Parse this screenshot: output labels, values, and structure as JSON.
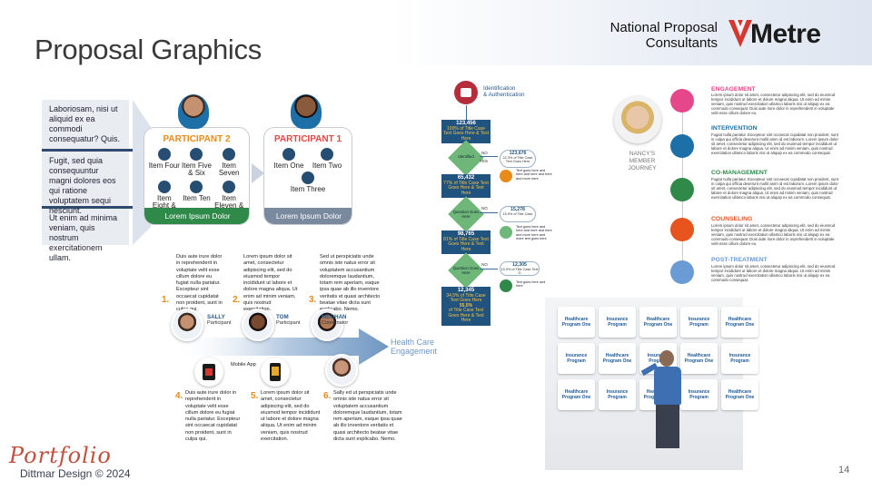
{
  "header": {
    "title": "Proposal Graphics",
    "company_line1": "National Proposal",
    "company_line2": "Consultants",
    "logo_text": "Metre",
    "logo_color": "#d5362f"
  },
  "participants": {
    "left_texts": [
      "Laboriosam, nisi ut aliquid ex ea commodi consequatur? Quis.",
      "Fugit, sed quia consequuntur magni dolores eos qui ratione voluptatem sequi nesciunt.",
      "Ut enim ad minima veniam, quis nostrum exercitationem ullam."
    ],
    "p2_title": "PARTICIPANT 2",
    "p2_items": [
      "Item Four",
      "Item Five & Six",
      "Item Seven",
      "Item Eight & Nine",
      "Item Ten",
      "Item Eleven & Twelve"
    ],
    "p2_footer": "Lorem Ipsum Dolor",
    "p1_title": "PARTICIPANT 1",
    "p1_items": [
      "Item One",
      "Item Two",
      "Item Three"
    ],
    "p1_footer": "Lorem Ipsum Dolor"
  },
  "engagement": {
    "steps": [
      {
        "num": "1.",
        "text": "Duis aute irure dolor in reprehenderit in voluptate velit esse cillum dolore eu fugiat nulla pariatur. Excepteur sint occaecat cupidatat non proident, sunt in culpa qui."
      },
      {
        "num": "2.",
        "text": "Lorem ipsum dolor sit amet, consectetur adipiscing elit, sed do eiusmod tempor incididunt ut labore et dolore magna aliqua. Ut enim ad minim veniam, quis nostrud exercitation."
      },
      {
        "num": "3.",
        "text": "Sed ut perspiciatis unde omnis iste natus error sit voluptatem accusantium doloremque laudantium, totam rem aperiam, eaque ipsa quae ab illo inventore veritatis et quasi architecto beatae vitae dicta sunt explicabo. Nemo."
      },
      {
        "num": "4.",
        "text": "Duis aute irure dolor in reprehenderit in voluptate velit esse cillum dolore eu fugiat nulla pariatur. Excepteur sint occaecat cupidatat non proident, sunt in culpa qui."
      },
      {
        "num": "5.",
        "text": "Lorem ipsum dolor sit amet, consectetur adipiscing elit, sed do eiusmod tempor incididunt ut labore et dolore magna aliqua. Ut enim ad minim veniam, quis nostrud exercitation."
      },
      {
        "num": "6.",
        "text": "Sally ed ut perspiciatis unde omnis iste natus error sit voluptatem accusantium doloremque laudantium, totam rem aperiam, eaque ipsa quae ab illo inventore veritatis et quasi architecto beatae vitae dicta sunt explicabo. Nemo."
      }
    ],
    "people": [
      {
        "name": "SALLY",
        "role": "Participant"
      },
      {
        "name": "TOM",
        "role": "Participant"
      },
      {
        "name": "MEGHAN",
        "role": "Coordinator"
      }
    ],
    "mobile_app": "Mobile App",
    "arrow_label_1": "Health Care",
    "arrow_label_2": "Engagement"
  },
  "flow": {
    "title_1": "Identification",
    "title_2": "& Authentication",
    "boxes": [
      {
        "num": "123,456",
        "sub": "100% of Title Case Text Goes Here & Text Here"
      },
      {
        "num": "65,432",
        "sub": "77% of Title Case Text Goes Here & Text Here"
      },
      {
        "num": "98,765",
        "sub": "81% of Title Case Text Goes Here & Text Here"
      },
      {
        "num": "12,345",
        "sub": "34.5% of Title Case Text Goes Here"
      },
      {
        "num": "55.5%",
        "sub": "of Title Case Text Goes Here & Text Here"
      }
    ],
    "diamonds": [
      "Identified",
      "Question Goes Here",
      "Question Goes Here"
    ],
    "side_values": [
      {
        "num": "123,676",
        "sub": "22.3% of Title Case Text Goes Here"
      },
      {
        "num": "15,278",
        "sub": "15.9% of Title Case"
      },
      {
        "num": "12,305",
        "sub": "15.3% of Title Case Text G"
      }
    ],
    "side_notes": [
      "Text goes here and here and here and here and more here",
      "Text goes here and here and here and here and more here and more text goes here",
      "Text goes here and here"
    ],
    "yes": "YES",
    "no": "NO"
  },
  "journey": {
    "label_1": "NANCY'S",
    "label_2": "MEMBER",
    "label_3": "JOURNEY",
    "stages": [
      {
        "title": "ENGAGEMENT",
        "color": "#e6468a",
        "text": "Lorem ipsum dolor sit amet, consectetur adipiscing elit, sed do eiusmod tempor incididunt ut labore et dolore magna aliqua. Ut enim ad minim veniam, quis nostrud exercitation ullamco laboris nisi ut aliquip ex ea commodo consequat. Duis aute irure dolor in reprehenderit in voluptate velit esse cillum dolore eu."
      },
      {
        "title": "INTERVENTION",
        "color": "#1d6fa8",
        "text": "Fugiat nulla pariatur. Excepteur sint occaecat cupidatat non proident, sunt in culpa qui officia deserunt mollit anim id est laborum. Lorem ipsum dolor sit amet, consectetur adipiscing elit, sed do eiusmod tempor incididunt ut labore et dolore magna aliqua. Ut enim ad minim veniam, quis nostrud exercitation ullamco laboris nisi ut aliquip ex ea commodo consequat."
      },
      {
        "title": "CO-MANAGEMENT",
        "color": "#2f8a4a",
        "text": "Fugiat nulla pariatur. Excepteur sint occaecat cupidatat non proident, sunt in culpa qui officia deserunt mollit anim id est laborum. Lorem ipsum dolor sit amet, consectetur adipiscing elit, sed do eiusmod tempor incididunt ut labore et dolore magna aliqua. Ut enim ad minim veniam, quis nostrud exercitation ullamco laboris nisi ut aliquip ex ea commodo consequat."
      },
      {
        "title": "COUNSELING",
        "color": "#e8541d",
        "text": "Lorem ipsum dolor sit amet, consectetur adipiscing elit, sed do eiusmod tempor incididunt ut labore et dolore magna aliqua. Ut enim ad minim veniam, quis nostrud exercitation ullamco laboris nisi ut aliquip ex ea commodo consequat. Duis aute irure dolor in reprehenderit in voluptate velit esse cillum dolore eu."
      },
      {
        "title": "POST-TREATMENT",
        "color": "#6a9bd4",
        "text": "Lorem ipsum dolor sit amet, consectetur adipiscing elit, sed do eiusmod tempor incididunt ut labore et dolore magna aliqua. Ut enim ad minim veniam, quis nostrud exercitation ullamco laboris nisi ut aliquip ex ea commodo consequat."
      }
    ]
  },
  "program_grid": {
    "rows": [
      [
        "Healthcare Program One",
        "Insurance Program",
        "Healthcare Program One",
        "Insurance Program",
        "Healthcare Program One"
      ],
      [
        "Insurance Program",
        "Healthcare Program One",
        "Insurance Program",
        "Healthcare Program One",
        "Insurance Program"
      ],
      [
        "Healthcare Program One",
        "Insurance Program",
        "Healthcare Program One",
        "Insurance Program",
        "Healthcare Program One"
      ]
    ]
  },
  "footer": {
    "script_text": "Portfolio",
    "credit": "Dittmar Design © 2024",
    "page_number": "14"
  }
}
